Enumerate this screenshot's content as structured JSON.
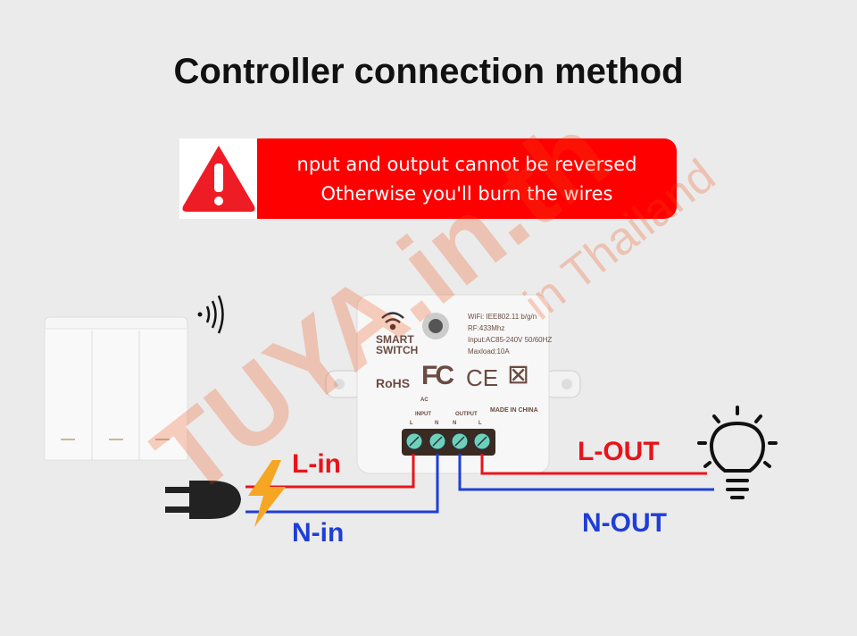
{
  "title": "Controller connection method",
  "warning": {
    "line1": "nput and output cannot be reversed",
    "line2": "Otherwise you'll burn the wires",
    "icon": "warning-triangle-icon"
  },
  "device": {
    "brand_line1": "SMART",
    "brand_line2": "SWITCH",
    "specs": [
      "WiFi: IEE802.11 b/g/n",
      "RF:433Mhz",
      "Input:AC85-240V 50/60HZ",
      "Maxload:10A"
    ],
    "certs": {
      "rohs": "RoHS",
      "fcc": "FC",
      "ce": "CE"
    },
    "ac": "AC",
    "input": "INPUT",
    "output": "OUTPUT",
    "made_in": "MADE IN CHINA",
    "terminals": [
      "L",
      "N",
      "N",
      "L"
    ]
  },
  "labels": {
    "l_in": "L-in",
    "n_in": "N-in",
    "l_out": "L-OUT",
    "n_out": "N-OUT"
  },
  "watermark": {
    "main": "TUYA.in.th",
    "sub": "in Thailand"
  },
  "colors": {
    "live": "#e8141b",
    "neutral": "#1f3ed6",
    "warning": "#ff0000"
  }
}
